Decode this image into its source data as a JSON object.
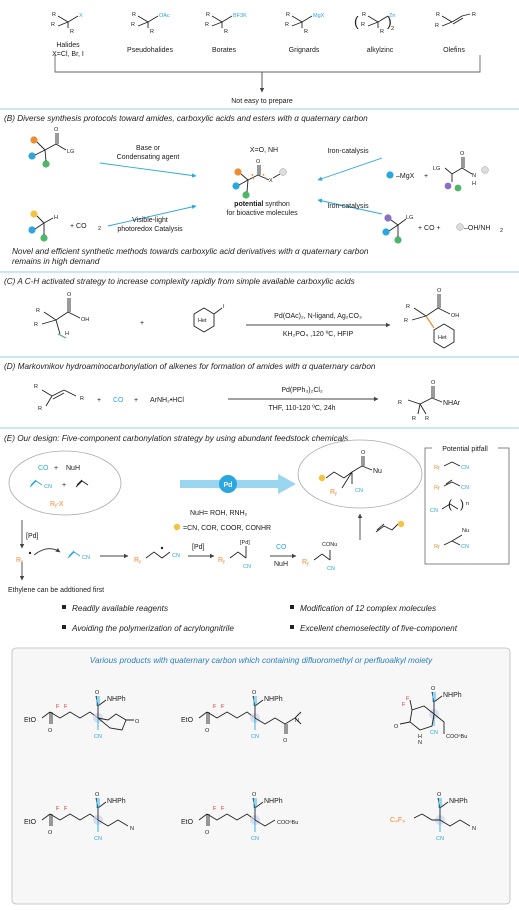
{
  "colors": {
    "accent": "#2aa7df",
    "orange": "#f28a2e",
    "green": "#4db66a",
    "purple": "#8a6fc4",
    "yellow": "#f6c244",
    "pd_circle": "#2aa7df",
    "section_rule": "#2aa7df"
  },
  "top": {
    "reagents": [
      {
        "label": "Halides",
        "note": "X=Cl, Br, I",
        "group": "X"
      },
      {
        "label": "Pseudohalides",
        "group": "OAc"
      },
      {
        "label": "Borates",
        "group": "BF3K"
      },
      {
        "label": "Grignards",
        "group": "MgX"
      },
      {
        "label": "alkylzinc",
        "group": "Zn"
      },
      {
        "label": "Olefins",
        "group": ""
      }
    ],
    "substituents": {
      "r1": "R",
      "sup1": "1",
      "r2": "R",
      "sup2": "2",
      "r3": "R",
      "sup3": "3"
    },
    "zinc_sub": "2",
    "not_easy": "Not easy to prepare"
  },
  "B": {
    "title": "(B) Diverse synthesis protocols toward amides, carboxylic acids and esters with α quaternary carbon",
    "lg": "LG",
    "o": "O",
    "h": "H",
    "x": "X",
    "nh": "N",
    "co2": "+ CO",
    "co2_sub": "2",
    "co_plus": "+ CO +",
    "oh_nh2": "–OH/NH",
    "oh_nh2_sub": "2",
    "mgx": "–MgX",
    "plus": "+",
    "base_line1": "Base or",
    "base_line2": "Condensating agent",
    "vis_line1": "Visible-light",
    "vis_line2": "photoredox Catalysis",
    "iron1": "Iron-catalysis",
    "iron2": "Iron-catalysis",
    "xo_nh": "X=O, NH",
    "potential_bold": "potential",
    "synthon_rest": " synthon",
    "bioactive": "for bioactive molecules",
    "novel_line1": "Novel and efficient synthetic methods towards carboxylic acid derivatives with α quaternary carbon",
    "novel_line2": "remains in high demand"
  },
  "C": {
    "title": "(C) A C-H activated strategy to increase complexity rapidly from simple available carboxylic acids",
    "het": "Het",
    "iodo": "I",
    "oh": "OH",
    "o": "O",
    "h": "H",
    "plus": "+",
    "cond1": "Pd(OAc)₂, N-ligand, Ag₂CO₃",
    "cond2": "KH₂PO₄ ,120 ºC, HFIP"
  },
  "D": {
    "title": "(D) Markovnikov hydroaminocarbonylation of alkenes for formation of amides with α quaternary carbon",
    "plus1": "+",
    "co": "CO",
    "plus2": "+",
    "amine": "ArNH₂•HCl",
    "cond1": "Pd(PPh₃)₂Cl₂",
    "cond2": "THF, 110-120 ºC, 24h",
    "nhar": "NHAr",
    "o": "O"
  },
  "E": {
    "title": "(E) Our design: Five-component carbonylation strategy by using abundant feedstock chemicals",
    "co": "CO",
    "plus1": "+",
    "nuh": "NuH",
    "cn": "CN",
    "plus2": "+",
    "rfx": "R",
    "rfx_sub": "f",
    "rfx_tail": "-X",
    "pd": "Pd",
    "nuh_def": "NuH= ROH, RNH₂",
    "dot_def": "=CN, COR, COOR, CONHR",
    "pd_lbl1": "[Pd]",
    "pd_lbl2": "[Pd]",
    "pd_lbl3": "[Pd]",
    "co2_lbl": "CO",
    "nuh_lbl": "NuH",
    "conu": "CONu",
    "nu": "Nu",
    "o": "O",
    "ethylene_note": "Ethylene can be addtioned first",
    "pitfall_title": "Potential pitfall",
    "pitfall_n": "n",
    "features": [
      "Readily available reagents",
      "Modification of 12 complex molecules",
      "Avoiding the polymerization of acrylongnitrile",
      "Excellent chemoselectity of five-component"
    ]
  },
  "products": {
    "title": "Various products with quaternary carbon which containing difluoromethyl or perfluoalkyl moiety",
    "eto": "EtO",
    "f": "F",
    "o": "O",
    "nhph": "NHPh",
    "cn": "CN",
    "n": "N",
    "nme2": "N",
    "h_nh": "H",
    "coobu": "COOⁿBu",
    "c4f9": "C₄F₉"
  }
}
